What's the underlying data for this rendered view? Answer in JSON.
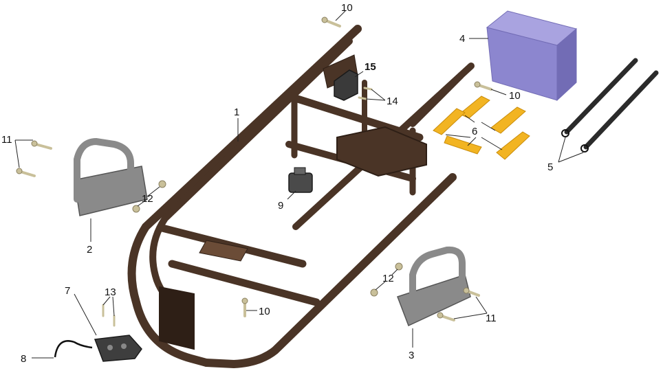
{
  "colors": {
    "frame": "#4a3426",
    "frame_shade": "#2e1f16",
    "frame_light": "#6b4c37",
    "bracket": "#8a8a8a",
    "bracket_dark": "#555555",
    "battery_top": "#a9a3e0",
    "battery_front": "#8c86cf",
    "battery_side": "#726cb5",
    "pad": "#f2b422",
    "pad_edge": "#c98c0a",
    "strap": "#2b2b2b",
    "bolt": "#c9c09a",
    "callout_text": "#111111"
  },
  "callouts": [
    {
      "id": "frame",
      "label": "1"
    },
    {
      "id": "bracket-left",
      "label": "2"
    },
    {
      "id": "bracket-right",
      "label": "3"
    },
    {
      "id": "battery",
      "label": "4"
    },
    {
      "id": "straps",
      "label": "5"
    },
    {
      "id": "pads",
      "label": "6"
    },
    {
      "id": "switch-block",
      "label": "7"
    },
    {
      "id": "cable",
      "label": "8"
    },
    {
      "id": "relay",
      "label": "9"
    },
    {
      "id": "bolt-top",
      "label": "10"
    },
    {
      "id": "bolt-battery",
      "label": "10"
    },
    {
      "id": "bolt-bottom",
      "label": "10"
    },
    {
      "id": "bolts-left",
      "label": "11"
    },
    {
      "id": "bolts-right",
      "label": "11"
    },
    {
      "id": "nuts-left",
      "label": "12"
    },
    {
      "id": "nuts-right",
      "label": "12"
    },
    {
      "id": "screws-switch",
      "label": "13"
    },
    {
      "id": "screws-regulator",
      "label": "14"
    },
    {
      "id": "regulator",
      "label": "15"
    }
  ]
}
